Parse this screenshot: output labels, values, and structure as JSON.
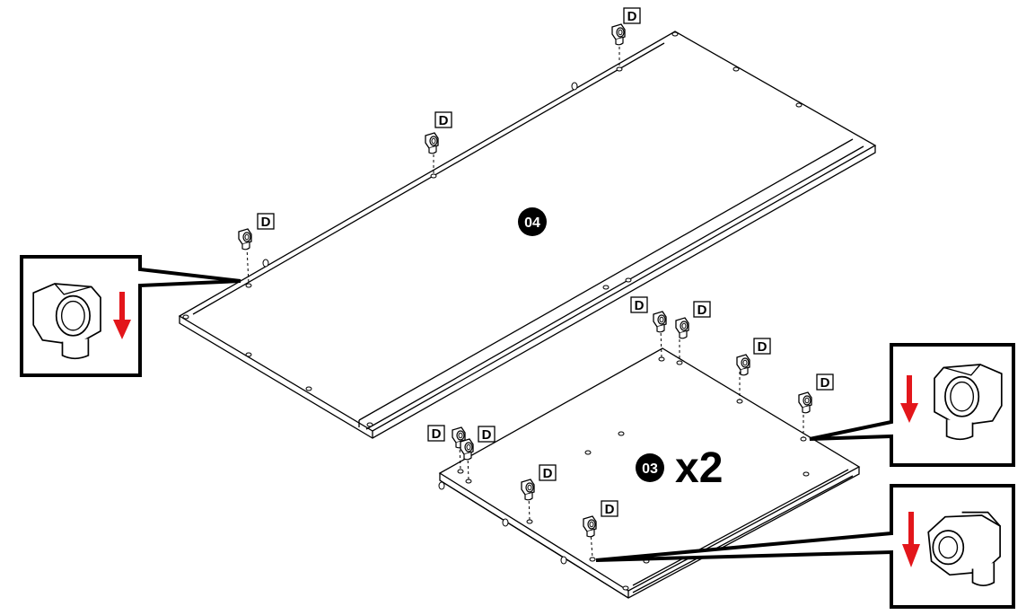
{
  "part_label": "D",
  "panels": {
    "upper": {
      "number": "04"
    },
    "lower": {
      "number": "03",
      "quantity": "x2"
    }
  },
  "colors": {
    "ink": "#000000",
    "arrow": "#e3161b",
    "fitting_fill": "#ffffff"
  },
  "icons": {
    "fitting": "cam-fitting-icon",
    "arrow": "insert-down-arrow-icon"
  }
}
